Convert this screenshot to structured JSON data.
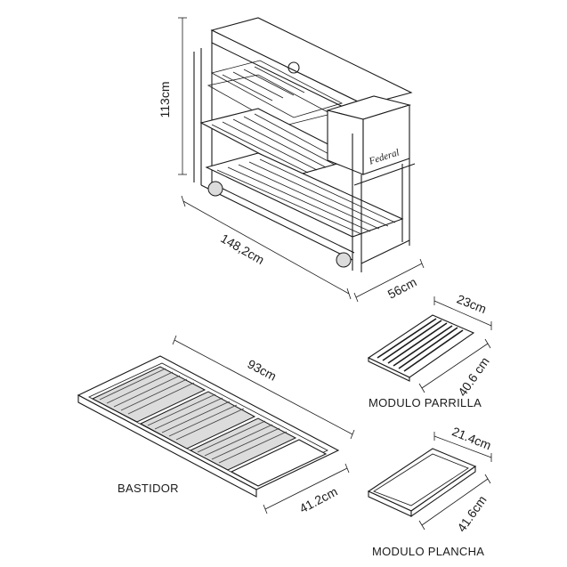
{
  "grill": {
    "brand": "Federal",
    "height_dim": "113cm",
    "length_dim": "148,2cm",
    "depth_dim": "56cm"
  },
  "modulo_parrilla": {
    "label": "MODULO PARRILLA",
    "width_dim": "23cm",
    "length_dim": "40.6 cm"
  },
  "bastidor": {
    "label": "BASTIDOR",
    "length_dim": "93cm",
    "depth_dim": "41.2cm"
  },
  "modulo_plancha": {
    "label": "MODULO PLANCHA",
    "width_dim": "21.4cm",
    "length_dim": "41.6cm"
  }
}
